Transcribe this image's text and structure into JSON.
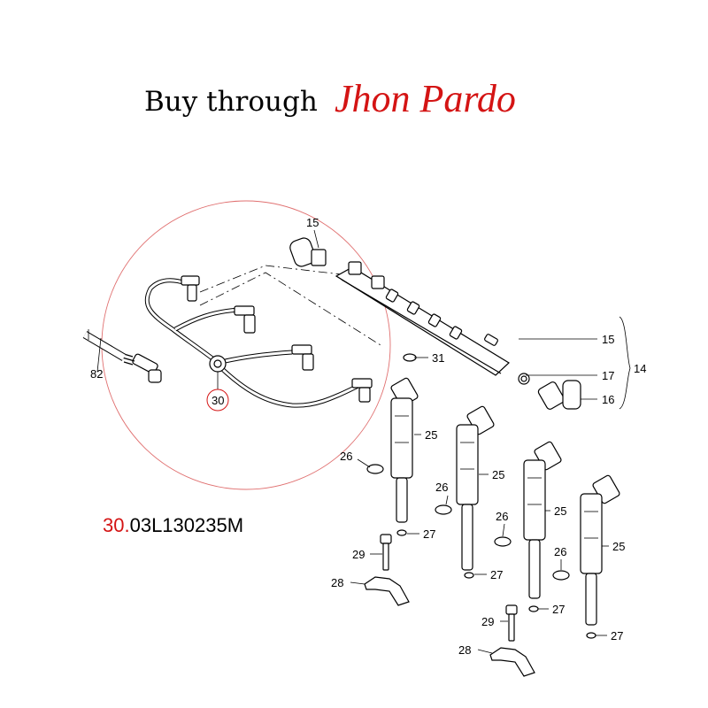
{
  "header": {
    "prefix": "Buy through",
    "name": "Jhon Pardo"
  },
  "part_number": {
    "ref": "30.",
    "number": "03L130235M"
  },
  "colors": {
    "accent": "#d41414",
    "line": "#000000",
    "background": "#ffffff"
  },
  "callouts": {
    "c15_top": "15",
    "c15_side": "15",
    "c14": "14",
    "c17": "17",
    "c16": "16",
    "c31": "31",
    "c82": "82",
    "c30": "30",
    "c25_1": "25",
    "c25_2": "25",
    "c25_3": "25",
    "c25_4": "25",
    "c26_1": "26",
    "c26_2": "26",
    "c26_3": "26",
    "c26_4": "26",
    "c27_1": "27",
    "c27_2": "27",
    "c27_3": "27",
    "c27_4": "27",
    "c29_1": "29",
    "c29_2": "29",
    "c28_1": "28",
    "c28_2": "28"
  }
}
